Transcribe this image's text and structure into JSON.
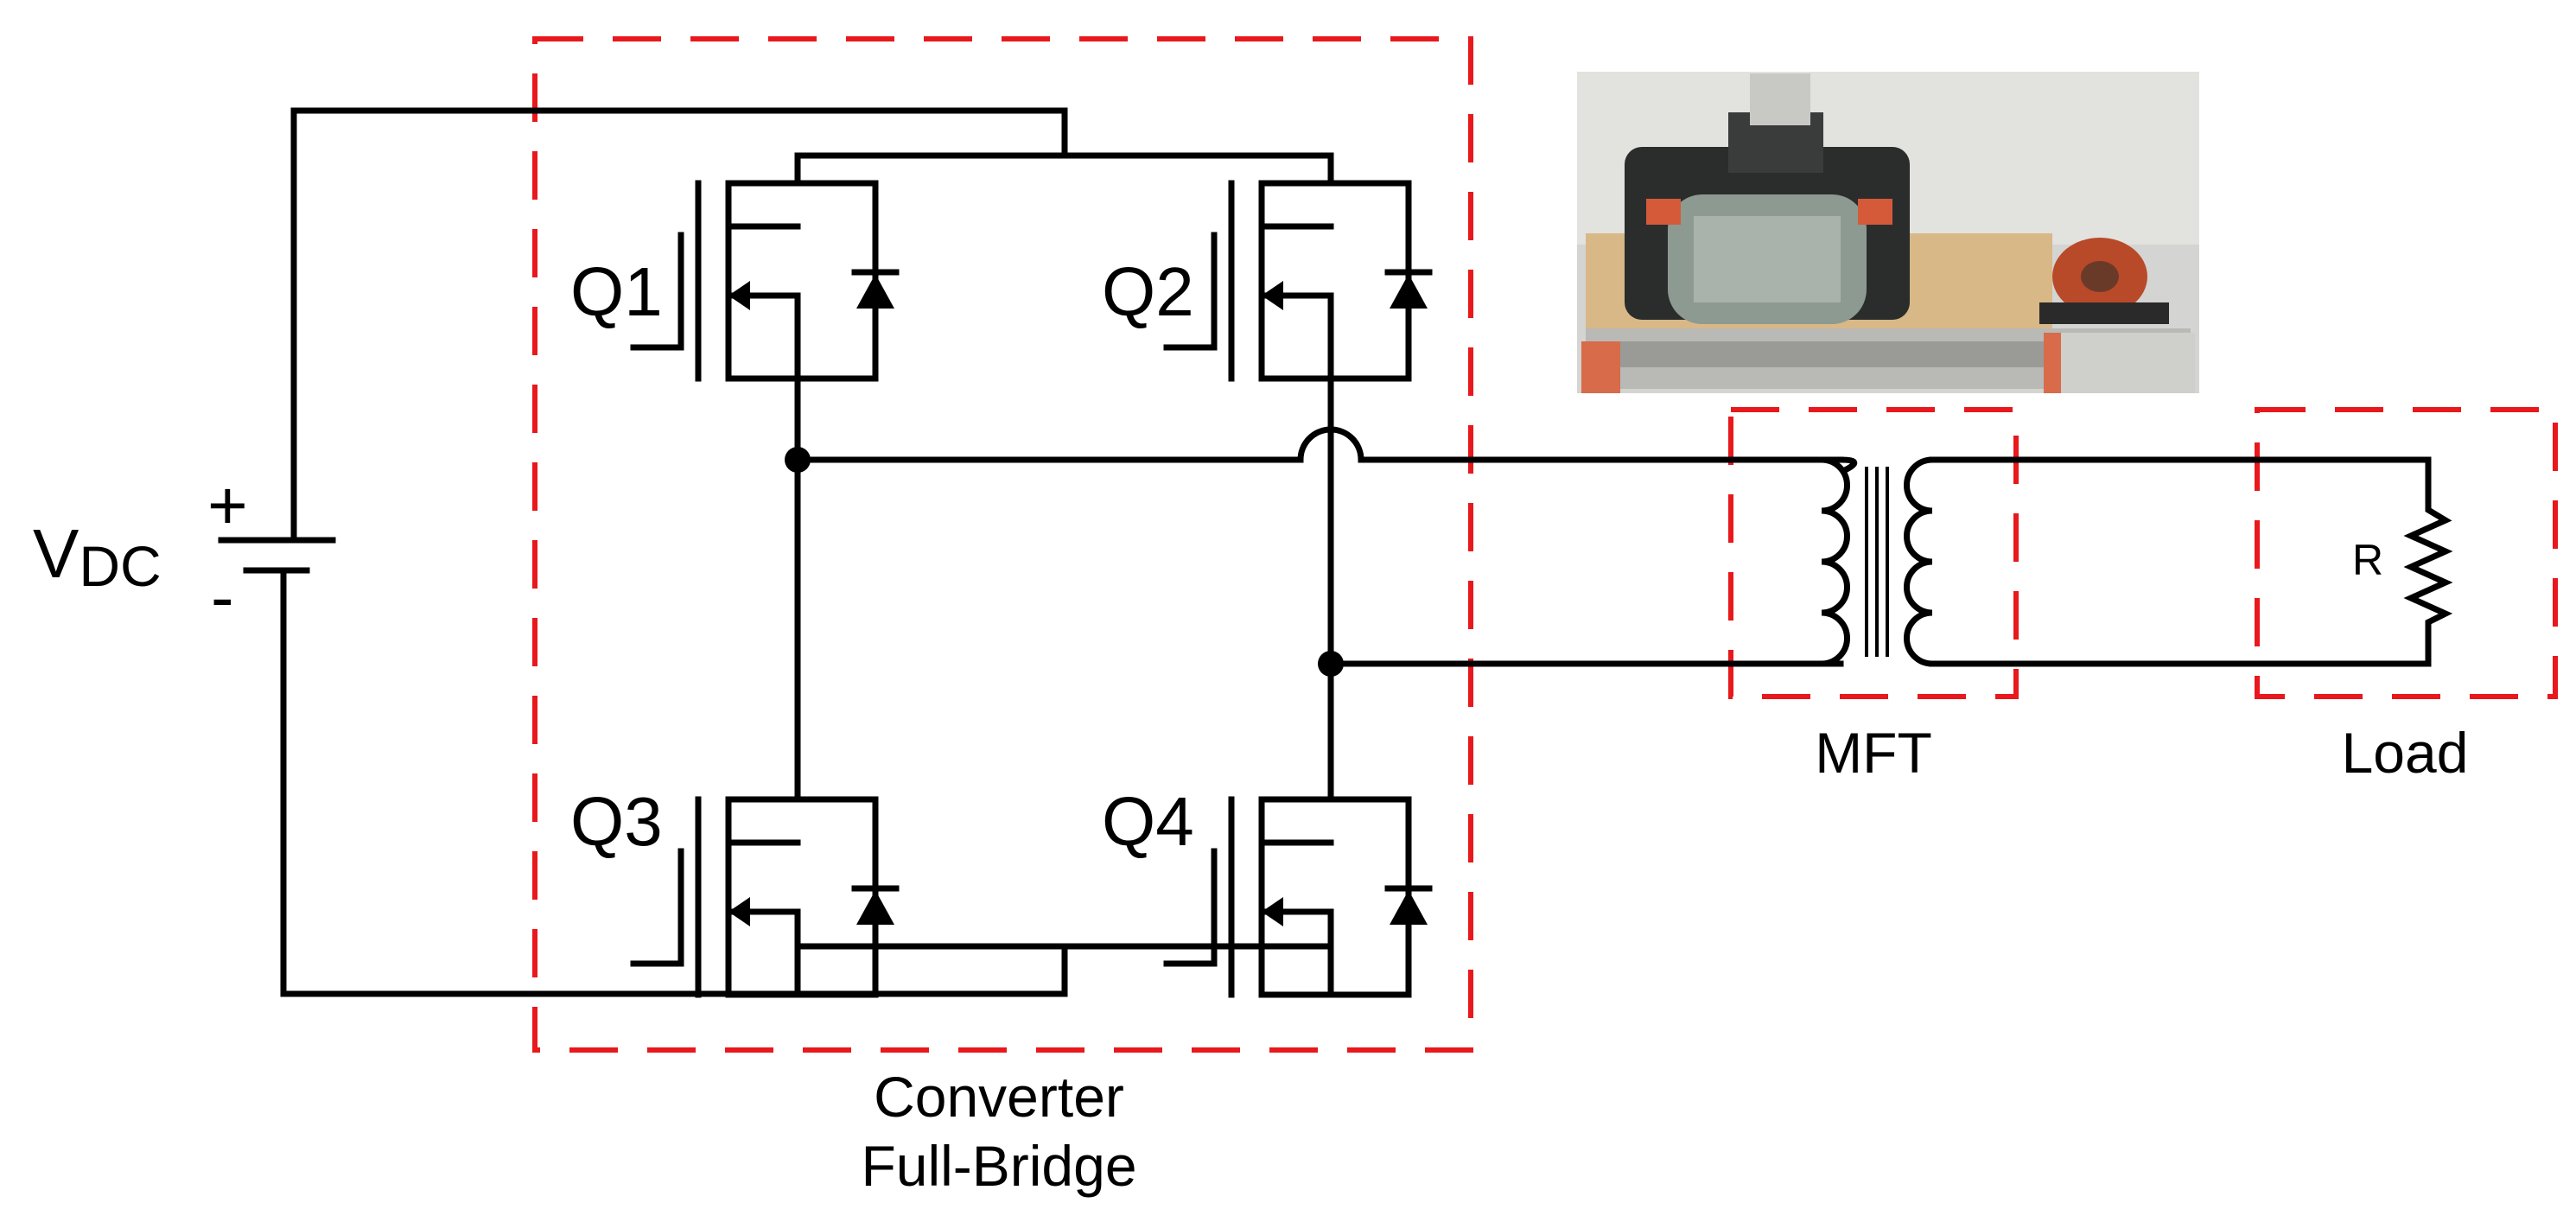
{
  "labels": {
    "vdc_main": "V",
    "vdc_sub": "DC",
    "plus": "+",
    "minus": "-",
    "q1": "Q1",
    "q2": "Q2",
    "q3": "Q3",
    "q4": "Q4",
    "converter_line1": "Converter",
    "converter_line2": "Full-Bridge",
    "mft": "MFT",
    "load": "Load",
    "resistor": "R"
  },
  "colors": {
    "wire": "#000000",
    "highlight_box": "#e8181c"
  },
  "photo": {
    "content": "transformer-photo",
    "visible_text": ""
  }
}
